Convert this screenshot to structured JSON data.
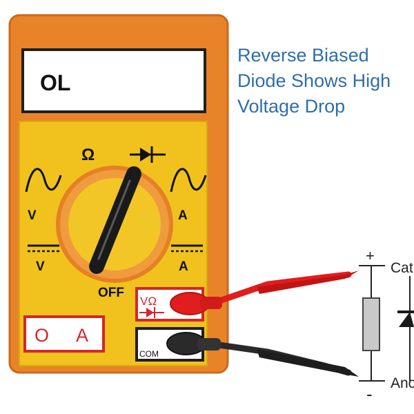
{
  "display": {
    "reading": "OL"
  },
  "dial": {
    "ohm": "Ω",
    "ac_volts": "V",
    "ac_amps": "A",
    "dc_volts": "V",
    "dc_amps": "A",
    "off": "OFF"
  },
  "jacks": {
    "v_ohm": "VΩ",
    "com": "COM",
    "amp_left": "O",
    "amp_right": "A"
  },
  "caption": {
    "line1": "Reverse Biased",
    "line2": "Diode Shows High",
    "line3": "Voltage Drop"
  },
  "circuit": {
    "plus": "+",
    "minus": "-",
    "top_terminal": "Cathode",
    "bottom_terminal": "Anode"
  },
  "colors": {
    "case": "#e9832a",
    "face": "#f1c21e",
    "caption": "#2e6ea9",
    "red_lead": "#e11d1d",
    "black_lead": "#2a2a2a"
  }
}
